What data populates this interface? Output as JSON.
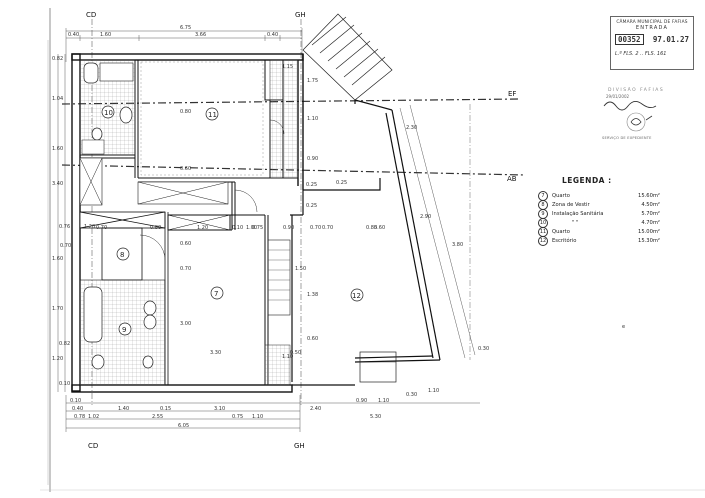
{
  "axes": {
    "cd_top": "CD",
    "gh_top": "GH",
    "ef_right": "EF",
    "ab_right": "AB",
    "cd_bottom": "CD",
    "gh_bottom": "GH"
  },
  "dims_top": [
    "0.40",
    "1.60",
    "3.66",
    "0.40",
    "6.75"
  ],
  "dims_left": [
    "0.82",
    "1.04",
    "1.60",
    "3.40",
    "0.76",
    "1.60",
    "1.70",
    "0.82",
    "1.20",
    "0.10"
  ],
  "dims_bottom": [
    "0.10",
    "0.40",
    "1.40",
    "0.15",
    "3.10",
    "1.02",
    "2.55",
    "0.75",
    "1.10",
    "0.78",
    "6.05",
    "2.40",
    "0.90",
    "1.10",
    "0.30",
    "1.10",
    "5.30"
  ],
  "dims_interior": [
    "0.80",
    "0.60",
    "0.60",
    "1.20",
    "1.20",
    "0.25",
    "0.25",
    "0.90",
    "0.70",
    "0.70",
    "0.10",
    "0.50",
    "3.00",
    "3.30",
    "1.15",
    "1.75",
    "1.10",
    "0.90",
    "0.75",
    "1.50",
    "1.38",
    "0.70",
    "0.60",
    "3.80",
    "2.30",
    "2.90",
    "0.30",
    "0.85",
    "0.60",
    "0.25",
    "0.70",
    "0.80",
    "1.00",
    "1.10",
    "0.70"
  ],
  "rooms": [
    {
      "num": "11"
    },
    {
      "num": "10"
    },
    {
      "num": "8"
    },
    {
      "num": "9"
    },
    {
      "num": "7"
    },
    {
      "num": "12"
    }
  ],
  "legend": {
    "title": "LEGENDA :",
    "items": [
      {
        "num": "7",
        "label": "Quarto",
        "area": "15.60m²"
      },
      {
        "num": "8",
        "label": "Zona de Vestir",
        "area": "4.50m²"
      },
      {
        "num": "9",
        "label": "Instalação Sanitária",
        "area": "5.70m²"
      },
      {
        "num": "10",
        "label": "\"           \"",
        "area": "4.70m²"
      },
      {
        "num": "11",
        "label": "Quarto",
        "area": "15.00m²"
      },
      {
        "num": "12",
        "label": "Escritório",
        "area": "15.30m²"
      }
    ]
  },
  "stamp": {
    "line1": "CÂMARA MUNICIPAL DE FAFIAS",
    "line2": "ENTRADA",
    "number": "00352",
    "date": "97.01.27",
    "footer": "L.º FLS. 2 .. FLS. 161"
  },
  "seal": {
    "text": "SERVIÇO DE EXPEDIENTE",
    "arc": "DIVISÃO FAFIAS",
    "signature": "29/01/2002"
  },
  "misc": {
    "corner_mark": "e"
  }
}
